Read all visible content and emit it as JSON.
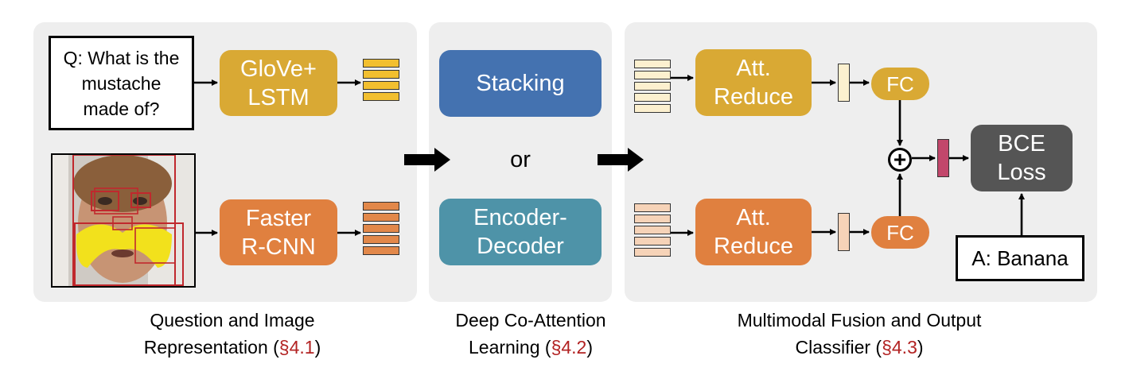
{
  "colors": {
    "glove": "#D9A934",
    "faster": "#E0803F",
    "stacking": "#4472B0",
    "encdec": "#4E93A8",
    "att_top": "#D9A934",
    "att_bot": "#E0803F",
    "fc_top": "#D9A934",
    "fc_bot": "#E0803F",
    "bce": "#555555",
    "caption_ref": "#B22222",
    "q_feature": "#F2BF2F",
    "img_feature": "#E2884A",
    "top_attn_feature": "#FCF0CF",
    "bot_attn_feature": "#F6D3B8",
    "fused": "#C2476B"
  },
  "panel1": {
    "question": "Q: What is the\nmustache\nmade of?",
    "glove_label": "GloVe+\nLSTM",
    "faster_label": "Faster\nR-CNN",
    "image_icon": "face-with-banana-photo"
  },
  "panel2": {
    "stacking_label": "Stacking",
    "or_label": "or",
    "encdec_label": "Encoder-\nDecoder"
  },
  "panel3": {
    "att_top_label": "Att.\nReduce",
    "att_bot_label": "Att.\nReduce",
    "fc_top_label": "FC",
    "fc_bot_label": "FC",
    "plus_symbol": "+",
    "bce_label": "BCE\nLoss",
    "answer_label": "A: Banana"
  },
  "captions": {
    "c1_line1": "Question and Image",
    "c1_line2": "Representation (",
    "c1_ref": "§4.1",
    "c1_end": ")",
    "c2_line1": "Deep Co-Attention",
    "c2_line2": "Learning (",
    "c2_ref": "§4.2",
    "c2_end": ")",
    "c3_line1": "Multimodal Fusion and Output",
    "c3_line2": "Classifier (",
    "c3_ref": "§4.3",
    "c3_end": ")"
  }
}
